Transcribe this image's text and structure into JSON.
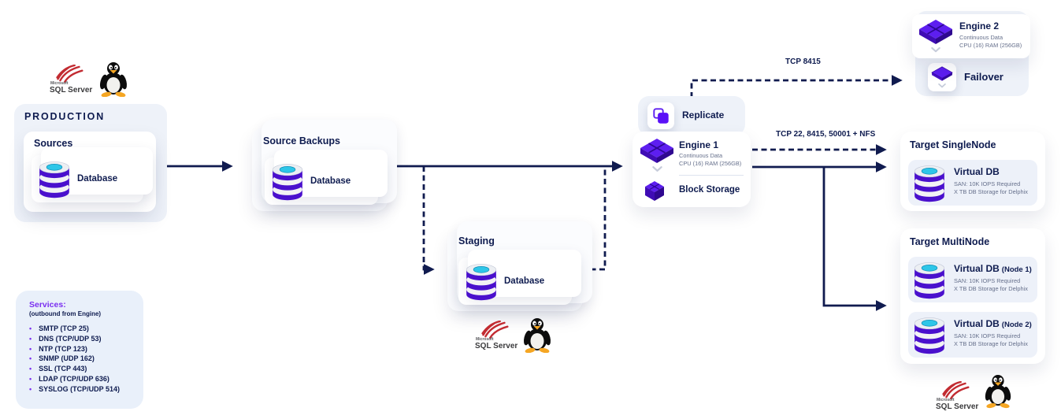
{
  "colors": {
    "navy": "#0e1b4f",
    "purple": "#5d1ef0",
    "purple_dark": "#3f0cb5",
    "cyan": "#2ec6e8",
    "card_light": "#eef2f9",
    "services_bg": "#e9f0fa",
    "services_accent": "#7a2ff0"
  },
  "icons": {
    "database": "db-cylinder-icon",
    "engine": "engine-cube-icon",
    "block_storage": "block-storage-cube-icon",
    "replicate": "replicate-copy-icon",
    "failover": "failover-slab-icon",
    "chevron": "chevron-down-icon",
    "sql_server": "sql-server-logo",
    "linux": "linux-tux-logo"
  },
  "logos": {
    "microsoft": "Microsoft",
    "sql_server": "SQL Server"
  },
  "production": {
    "title": "PRODUCTION",
    "sources_title": "Sources",
    "database_label": "Database"
  },
  "source_backups": {
    "title": "Source Backups",
    "database_label": "Database"
  },
  "staging": {
    "title": "Staging",
    "database_label": "Database"
  },
  "replicate_label": "Replicate",
  "engine1": {
    "title": "Engine 1",
    "subtitle1": "Continuous Data",
    "subtitle2": "CPU (16) RAM (256GB)",
    "block_storage_label": "Block Storage"
  },
  "engine2": {
    "title": "Engine 2",
    "subtitle1": "Continuous Data",
    "subtitle2": "CPU (16) RAM (256GB)"
  },
  "failover_label": "Failover",
  "links": {
    "failover_ports": "TCP 8415",
    "target_ports": "TCP 22, 8415, 50001 + NFS"
  },
  "target_singlenode": {
    "title": "Target SingleNode",
    "vdb": {
      "title": "Virtual DB",
      "spec1": "SAN: 10K IOPS Required",
      "spec2": "X TB DB Storage for Delphix"
    }
  },
  "target_multinode": {
    "title": "Target MultiNode",
    "nodes": [
      {
        "title": "Virtual DB",
        "suffix": "(Node 1)",
        "spec1": "SAN: 10K IOPS Required",
        "spec2": "X TB DB Storage for Delphix"
      },
      {
        "title": "Virtual DB",
        "suffix": "(Node 2)",
        "spec1": "SAN: 10K IOPS Required",
        "spec2": "X TB DB Storage for Delphix"
      }
    ]
  },
  "services": {
    "title": "Services:",
    "subtitle": "(outbound from Engine)",
    "items": [
      "SMTP (TCP 25)",
      "DNS (TCP/UDP 53)",
      "NTP (TCP 123)",
      "SNMP (UDP 162)",
      "SSL (TCP 443)",
      "LDAP (TCP/UDP 636)",
      "SYSLOG (TCP/UDP 514)"
    ]
  }
}
